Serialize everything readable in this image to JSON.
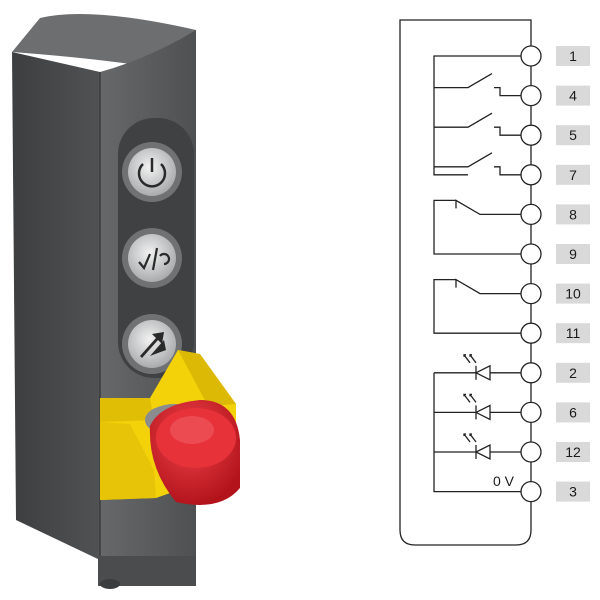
{
  "device": {
    "buttons": [
      {
        "name": "power",
        "icon": "power-icon"
      },
      {
        "name": "acknowledge-reset",
        "icon": "check-reset-icon"
      },
      {
        "name": "advance",
        "icon": "double-arrow-icon"
      }
    ],
    "emergency_stop": {
      "icon": "mushroom-button-icon",
      "color": "#d8232a",
      "guard_color": "#f4d20a"
    },
    "housing_color": "#5a5c5e"
  },
  "diagram": {
    "terminals": [
      "1",
      "4",
      "5",
      "7",
      "8",
      "9",
      "10",
      "11",
      "2",
      "6",
      "12",
      "3"
    ],
    "zero_volt_label": "0 V",
    "label_box_color": "#d9d9d9",
    "line_color": "#222222"
  }
}
